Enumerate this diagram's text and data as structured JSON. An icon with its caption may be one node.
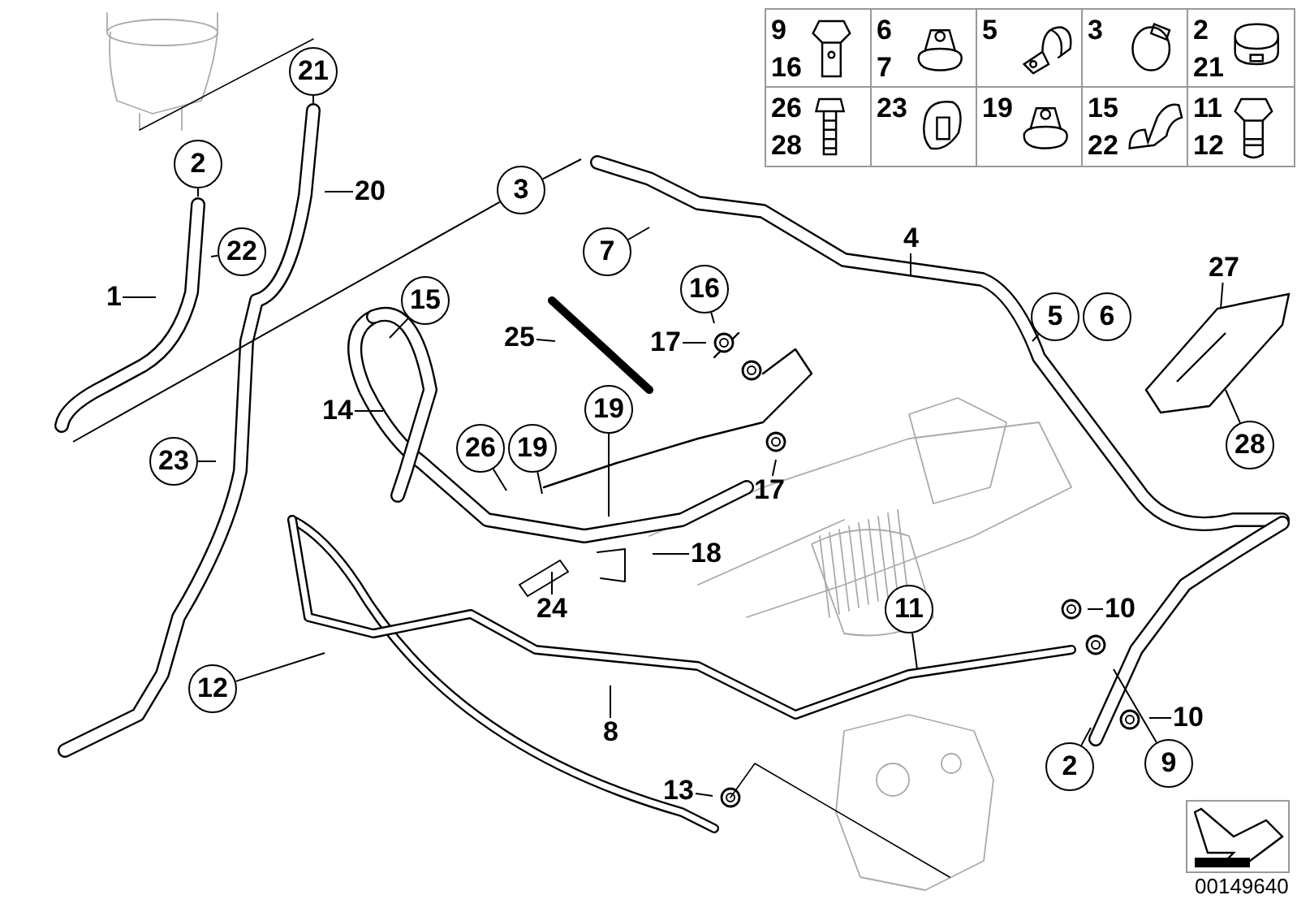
{
  "diagram": {
    "nodes": [
      {
        "text": [
          "21"
        ]
      },
      {
        "text": [
          "2"
        ]
      },
      {
        "text": [
          "20"
        ]
      },
      {
        "text": [
          "3"
        ]
      },
      {
        "text": [
          "22"
        ]
      },
      {
        "text": [
          "1"
        ]
      },
      {
        "text": [
          "7"
        ]
      },
      {
        "text": [
          "4"
        ]
      },
      {
        "text": [
          "5"
        ]
      },
      {
        "text": [
          "6"
        ]
      },
      {
        "text": [
          "27"
        ]
      },
      {
        "text": [
          "15"
        ]
      },
      {
        "text": [
          "16"
        ]
      },
      {
        "text": [
          "17"
        ]
      },
      {
        "text": [
          "25"
        ]
      },
      {
        "text": [
          "14"
        ]
      },
      {
        "text": [
          "28"
        ]
      },
      {
        "text": [
          "26"
        ]
      },
      {
        "text": [
          "19"
        ]
      },
      {
        "text": [
          "19"
        ]
      },
      {
        "text": [
          "17"
        ]
      },
      {
        "text": [
          "18"
        ]
      },
      {
        "text": [
          "23"
        ]
      },
      {
        "text": [
          "24"
        ]
      },
      {
        "text": [
          "11"
        ]
      },
      {
        "text": [
          "10"
        ]
      },
      {
        "text": [
          "12"
        ]
      },
      {
        "text": [
          "8"
        ]
      },
      {
        "text": [
          "2"
        ]
      },
      {
        "text": [
          "10"
        ]
      },
      {
        "text": [
          "9"
        ]
      },
      {
        "text": [
          "13"
        ]
      },
      {
        "text": [],
        "shape": "picture"
      }
    ],
    "edges": [
      {
        "from": 0,
        "to": null,
        "arrow": "none"
      },
      {
        "from": 1,
        "to": null,
        "arrow": "none"
      },
      {
        "from": 2,
        "to": null,
        "arrow": "none"
      },
      {
        "from": 3,
        "to": null,
        "arrow": "none"
      },
      {
        "from": 3,
        "to": null,
        "arrow": "none"
      },
      {
        "from": 4,
        "to": null,
        "arrow": "none"
      },
      {
        "from": 5,
        "to": null,
        "arrow": "none"
      },
      {
        "from": 6,
        "to": null,
        "arrow": "none"
      },
      {
        "from": 7,
        "to": null,
        "arrow": "none"
      },
      {
        "from": 8,
        "to": null,
        "arrow": "none"
      },
      {
        "from": 10,
        "to": 32,
        "arrow": "none"
      },
      {
        "from": 11,
        "to": null,
        "arrow": "none"
      },
      {
        "from": 12,
        "to": null,
        "arrow": "none"
      },
      {
        "from": 13,
        "to": null,
        "arrow": "none"
      },
      {
        "from": 14,
        "to": null,
        "arrow": "none"
      },
      {
        "from": 15,
        "to": null,
        "arrow": "none"
      },
      {
        "from": 16,
        "to": 32,
        "arrow": "none"
      },
      {
        "from": 17,
        "to": null,
        "arrow": "none"
      },
      {
        "from": 18,
        "to": null,
        "arrow": "none"
      },
      {
        "from": 19,
        "to": null,
        "arrow": "none"
      },
      {
        "from": 20,
        "to": null,
        "arrow": "none"
      },
      {
        "from": 21,
        "to": null,
        "arrow": "none"
      },
      {
        "from": 22,
        "to": null,
        "arrow": "none"
      },
      {
        "from": 23,
        "to": null,
        "arrow": "none"
      },
      {
        "from": 24,
        "to": null,
        "arrow": "none"
      },
      {
        "from": 25,
        "to": null,
        "arrow": "none"
      },
      {
        "from": 26,
        "to": null,
        "arrow": "none"
      },
      {
        "from": 27,
        "to": null,
        "arrow": "none"
      },
      {
        "from": 28,
        "to": null,
        "arrow": "none"
      },
      {
        "from": 29,
        "to": null,
        "arrow": "none"
      },
      {
        "from": 30,
        "to": null,
        "arrow": "none"
      },
      {
        "from": 31,
        "to": null,
        "arrow": "none"
      }
    ],
    "labels": [
      "9",
      "16",
      "6",
      "7",
      "5",
      "3",
      "2",
      "21",
      "26",
      "28",
      "23",
      "19",
      "15",
      "22",
      "11",
      "12",
      "00149640"
    ]
  }
}
